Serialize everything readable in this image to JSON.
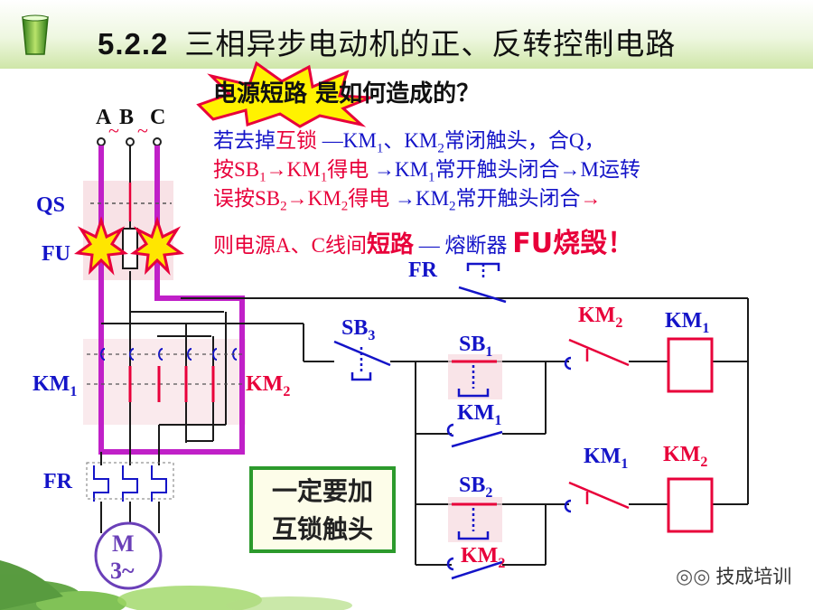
{
  "slide": {
    "section_number": "5.2.2",
    "title": "三相异步电动机的正、反转控制电路",
    "header": {
      "part1": "电源短路",
      "part2": "是如何造成的？"
    },
    "explanation": {
      "line1": [
        {
          "t": "若去掉",
          "c": "blue"
        },
        {
          "t": "互锁",
          "c": "red"
        },
        {
          "t": " —KM",
          "c": "blue"
        },
        {
          "t": "1",
          "c": "blue",
          "sub": true
        },
        {
          "t": "、KM",
          "c": "blue"
        },
        {
          "t": "2",
          "c": "blue",
          "sub": true
        },
        {
          "t": "常闭触头，合Q，",
          "c": "blue"
        }
      ],
      "line2": [
        {
          "t": "按SB",
          "c": "red"
        },
        {
          "t": "1",
          "c": "red",
          "sub": true
        },
        {
          "t": "→KM",
          "c": "red"
        },
        {
          "t": "1",
          "c": "red",
          "sub": true
        },
        {
          "t": "得电",
          "c": "red"
        },
        {
          "t": " →KM",
          "c": "blue"
        },
        {
          "t": "1",
          "c": "blue",
          "sub": true
        },
        {
          "t": "常开触头闭合→M运转",
          "c": "blue"
        }
      ],
      "line3": [
        {
          "t": "误按SB",
          "c": "red"
        },
        {
          "t": "2",
          "c": "red",
          "sub": true
        },
        {
          "t": "→KM",
          "c": "red"
        },
        {
          "t": "2",
          "c": "red",
          "sub": true
        },
        {
          "t": "得电",
          "c": "red"
        },
        {
          "t": " →KM",
          "c": "blue"
        },
        {
          "t": "2",
          "c": "blue",
          "sub": true
        },
        {
          "t": "常开触头闭合",
          "c": "blue"
        },
        {
          "t": "→",
          "c": "red"
        }
      ],
      "line4": [
        {
          "t": "则电源A、C线间",
          "c": "red"
        },
        {
          "t": "短路",
          "c": "red",
          "big": true
        },
        {
          "t": " — ",
          "c": "blue"
        },
        {
          "t": "熔断器 ",
          "c": "blue"
        },
        {
          "t": "FU烧毁！",
          "c": "red",
          "fu": true
        }
      ]
    },
    "note_box": {
      "line1": "一定要加",
      "line2": "互锁触头"
    },
    "watermark": "技成培训"
  },
  "diagram": {
    "phases": [
      "A",
      "B",
      "C"
    ],
    "labels": {
      "qs": "QS",
      "fu": "FU",
      "km1_main": "KM",
      "km1_main_sub": "1",
      "km2_main": "KM",
      "km2_main_sub": "2",
      "fr_main": "FR",
      "motor_line1": "M",
      "motor_line2": "3~",
      "fr_ctrl": "FR",
      "sb3": "SB",
      "sb3_sub": "3",
      "sb1": "SB",
      "sb1_sub": "1",
      "km1_hold": "KM",
      "km1_hold_sub": "1",
      "km2_interlock": "KM",
      "km2_interlock_sub": "2",
      "km1_coil": "KM",
      "km1_coil_sub": "1",
      "sb2": "SB",
      "sb2_sub": "2",
      "km2_hold": "KM",
      "km2_hold_sub": "2",
      "km1_interlock": "KM",
      "km1_interlock_sub": "1",
      "km2_coil": "KM",
      "km2_coil_sub": "2"
    }
  },
  "colors": {
    "short_path": "#c020c8",
    "wire": "#1a1a1a",
    "contact_red": "#e8003a",
    "contact_blue": "#1414c8",
    "title_band": "#cfe6a8",
    "note_border": "#2c9a2c",
    "burst_outer": "#e8003a",
    "burst_inner": "#ffe600"
  }
}
